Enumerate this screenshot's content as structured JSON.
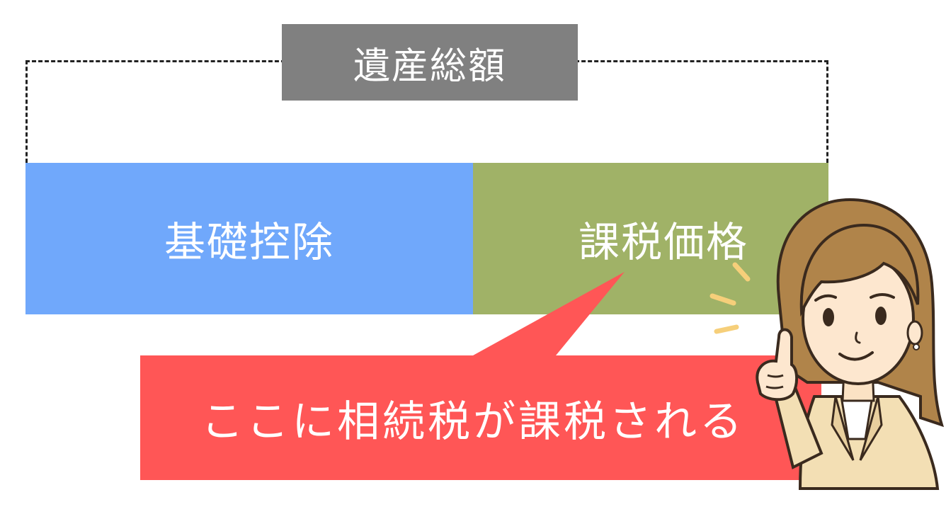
{
  "diagram": {
    "total_label": "遺産総額",
    "basic_deduction_label": "基礎控除",
    "taxable_value_label": "課税価格",
    "callout_text": "ここに相続税が課税される"
  },
  "colors": {
    "total_label_bg": "#808080",
    "basic_deduction_bg": "#70a8fb",
    "taxable_value_bg": "#a0b267",
    "callout_bg": "#ff5656"
  },
  "illustration": {
    "icon": "woman-pointing-icon"
  }
}
